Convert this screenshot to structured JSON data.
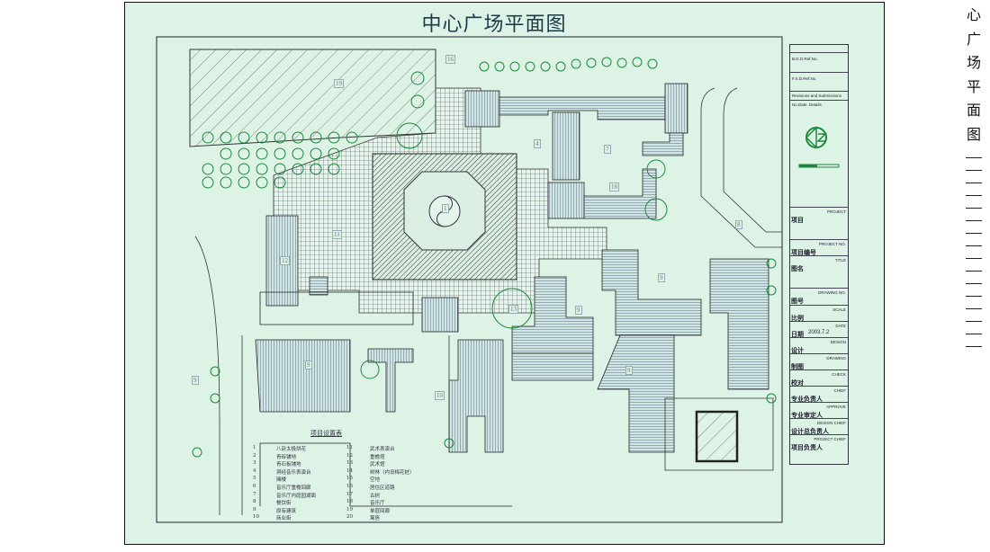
{
  "title": "中心广场平面图",
  "side_title": [
    "心",
    "广",
    "场",
    "平",
    "面",
    "图"
  ],
  "title_block": {
    "bdo": "B.D.O.Ref.No.",
    "fsd": "F.S.D.Ref.No.",
    "revisions": "Revisions and Submissions",
    "nodate": "No.Date. Details.",
    "rows": [
      {
        "cn": "项目",
        "en": "PROJECT"
      },
      {
        "cn": "项目编号",
        "en": "PROJECT NO."
      },
      {
        "cn": "图名",
        "en": "TITLE"
      },
      {
        "cn": "图号",
        "en": "DRAWING NO."
      },
      {
        "cn": "比例",
        "en": "SCALE"
      },
      {
        "cn": "日期",
        "en": "DATE",
        "value": "2003.7.2"
      },
      {
        "cn": "设计",
        "en": "DESIGN"
      },
      {
        "cn": "制图",
        "en": "DRAWING"
      },
      {
        "cn": "校对",
        "en": "CHECK"
      },
      {
        "cn": "专业负责人",
        "en": "CHIEF"
      },
      {
        "cn": "专业审定人",
        "en": "APPROVE"
      },
      {
        "cn": "设计总负责人",
        "en": "DESIGN CHIEF"
      },
      {
        "cn": "项目负责人",
        "en": "PROJECT CHIEF"
      }
    ]
  },
  "legend": {
    "heading": "项目设置表",
    "items": [
      {
        "no": "1",
        "name": "八卦太极拼花"
      },
      {
        "no": "2",
        "name": "青砖铺地"
      },
      {
        "no": "3",
        "name": "青石板铺地"
      },
      {
        "no": "4",
        "name": "洞经音乐表演台"
      },
      {
        "no": "5",
        "name": "厢楼"
      },
      {
        "no": "6",
        "name": "音乐厅重檐回廊"
      },
      {
        "no": "7",
        "name": "音乐厅内庭园湖面"
      },
      {
        "no": "8",
        "name": "餐饮街"
      },
      {
        "no": "9",
        "name": "原有建筑"
      },
      {
        "no": "10",
        "name": "商业街"
      },
      {
        "no": "11",
        "name": "武术表演台"
      },
      {
        "no": "12",
        "name": "重檐塔"
      },
      {
        "no": "13",
        "name": "武术馆"
      },
      {
        "no": "14",
        "name": "树林（内设梅花桩）"
      },
      {
        "no": "15",
        "name": "空地"
      },
      {
        "no": "16",
        "name": "居住区道路"
      },
      {
        "no": "17",
        "name": "古树"
      },
      {
        "no": "18",
        "name": "音乐厅"
      },
      {
        "no": "19",
        "name": "单层回廊"
      },
      {
        "no": "20",
        "name": "篱笆"
      }
    ]
  },
  "plan_labels": [
    "16",
    "19",
    "4",
    "7",
    "18",
    "11",
    "8",
    "12",
    "9",
    "13",
    "9",
    "9",
    "9",
    "9",
    "10",
    "1"
  ]
}
